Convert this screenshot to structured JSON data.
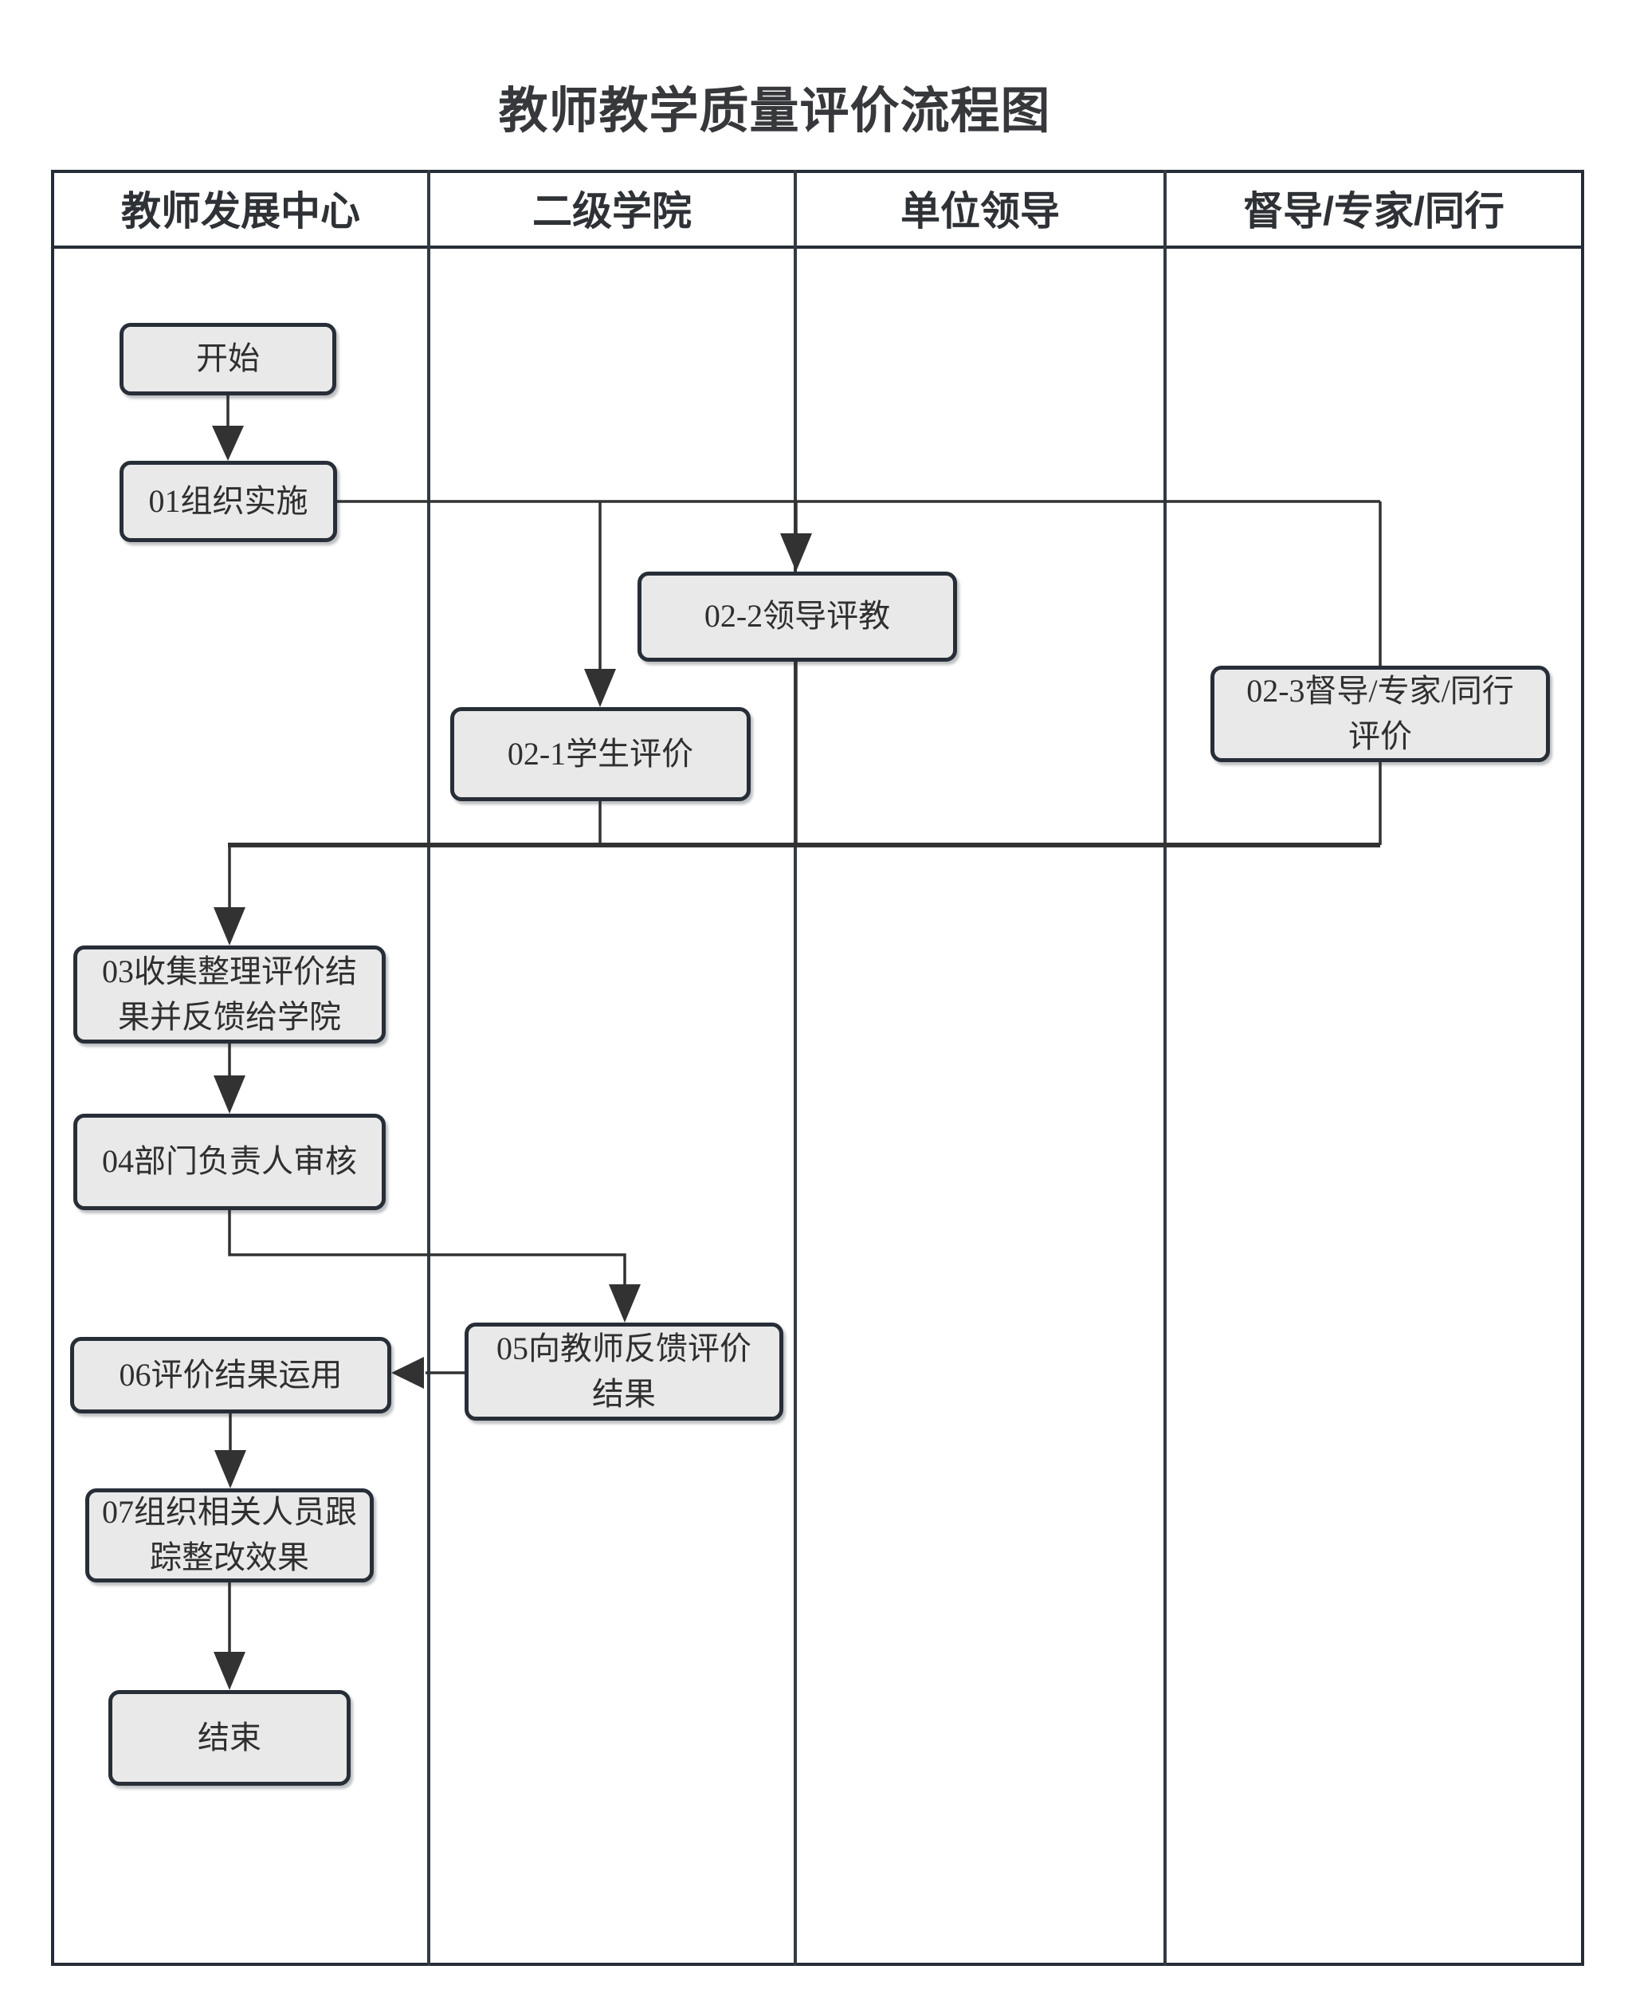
{
  "title": "教师教学质量评价流程图",
  "lanes": [
    {
      "label": "教师发展中心"
    },
    {
      "label": "二级学院"
    },
    {
      "label": "单位领导"
    },
    {
      "label": "督导/专家/同行"
    }
  ],
  "nodes": {
    "start": {
      "label": "开始"
    },
    "n01": {
      "label": "01组织实施"
    },
    "n02_1": {
      "label": "02-1学生评价"
    },
    "n02_2": {
      "label": "02-2领导评教"
    },
    "n02_3": {
      "label": "02-3督导/专家/同行评价"
    },
    "n03": {
      "label": "03收集整理评价结果并反馈给学院"
    },
    "n04": {
      "label": "04部门负责人审核"
    },
    "n05": {
      "label": "05向教师反馈评价结果"
    },
    "n06": {
      "label": "06评价结果运用"
    },
    "n07": {
      "label": "07组织相关人员跟踪整改效果"
    },
    "end": {
      "label": "结束"
    }
  },
  "colors": {
    "node_fill": "#e9e9e9",
    "node_border": "#272e37",
    "connector_line": "#323232",
    "table_border": "#262d36",
    "text": "#2f2f2f"
  }
}
